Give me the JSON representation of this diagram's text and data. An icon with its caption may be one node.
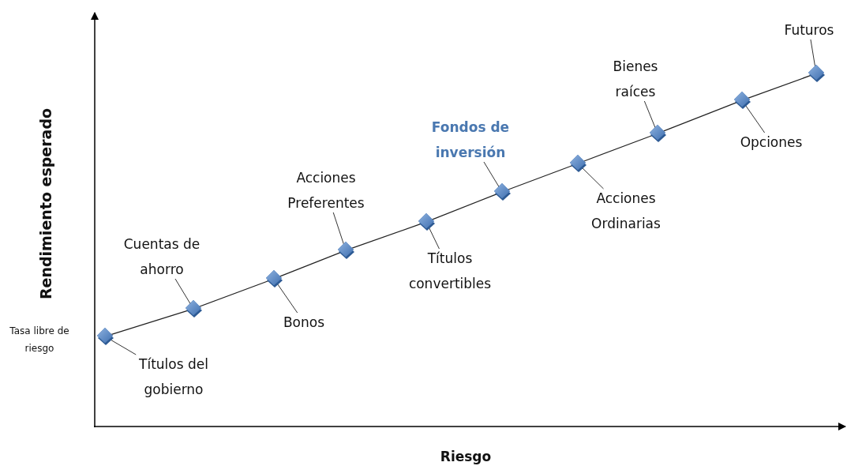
{
  "diagram": {
    "nodes": [
      {
        "text": [
          "Títulos del gobierno"
        ]
      },
      {
        "text": [
          "Cuentas de ahorro"
        ]
      },
      {
        "text": [
          "Bonos"
        ]
      },
      {
        "text": [
          "Acciones Preferentes"
        ]
      },
      {
        "text": [
          "Títulos convertibles"
        ]
      },
      {
        "text": [
          "Fondos de inversión"
        ]
      },
      {
        "text": [
          "Acciones Ordinarias"
        ]
      },
      {
        "text": [
          "Bienes raíces"
        ]
      },
      {
        "text": [
          "Opciones"
        ]
      },
      {
        "text": [
          "Futuros"
        ]
      },
      {
        "text": [],
        "shape": "diamond"
      },
      {
        "text": [],
        "shape": "diamond"
      },
      {
        "text": [],
        "shape": "diamond"
      },
      {
        "text": [],
        "shape": "diamond"
      },
      {
        "text": [],
        "shape": "diamond"
      },
      {
        "text": [],
        "shape": "diamond"
      },
      {
        "text": [],
        "shape": "diamond"
      },
      {
        "text": [],
        "shape": "diamond"
      },
      {
        "text": [],
        "shape": "diamond"
      },
      {
        "text": [],
        "shape": "diamond"
      }
    ],
    "edges": [
      {
        "from": 0,
        "to": 10,
        "arrow": "none"
      },
      {
        "from": 1,
        "to": 11,
        "arrow": "none"
      },
      {
        "from": 2,
        "to": 12,
        "arrow": "none"
      },
      {
        "from": 3,
        "to": 13,
        "arrow": "none"
      },
      {
        "from": 4,
        "to": 14,
        "arrow": "none"
      },
      {
        "from": 5,
        "to": 15,
        "arrow": "none"
      },
      {
        "from": 6,
        "to": 16,
        "arrow": "none"
      },
      {
        "from": 7,
        "to": 17,
        "arrow": "none"
      },
      {
        "from": 8,
        "to": 18,
        "arrow": "none"
      },
      {
        "from": 9,
        "to": 19,
        "arrow": "none"
      },
      {
        "from": 10,
        "to": 11,
        "arrow": "none"
      },
      {
        "from": 11,
        "to": 12,
        "arrow": "none"
      },
      {
        "from": 12,
        "to": 13,
        "arrow": "none"
      },
      {
        "from": 13,
        "to": 14,
        "arrow": "none"
      },
      {
        "from": 14,
        "to": 15,
        "arrow": "none"
      },
      {
        "from": 15,
        "to": 16,
        "arrow": "none"
      },
      {
        "from": 16,
        "to": 17,
        "arrow": "none"
      },
      {
        "from": 17,
        "to": 18,
        "arrow": "none"
      },
      {
        "from": 18,
        "to": 19,
        "arrow": "none"
      }
    ],
    "labels": [
      "Rendimiento esperado",
      "Tasa libre de riesgo",
      "Riesgo"
    ]
  }
}
